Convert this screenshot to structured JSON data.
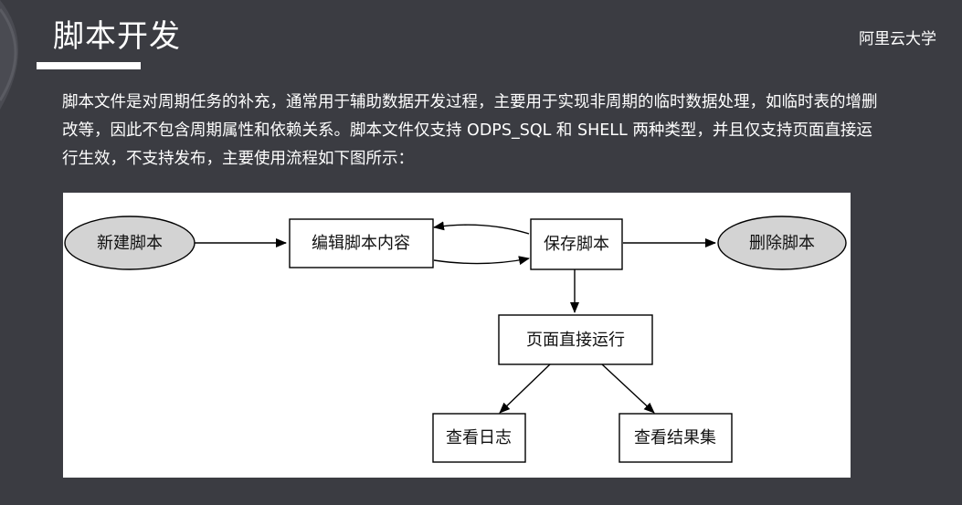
{
  "header": {
    "title": "脚本开发",
    "brand": "阿里云大学"
  },
  "description": "脚本文件是对周期任务的补充，通常用于辅助数据开发过程，主要用于实现非周期的临时数据处理，如临时表的增删改等，因此不包含周期属性和依赖关系。脚本文件仅支持 ODPS_SQL 和 SHELL 两种类型，并且仅支持页面直接运行生效，不支持发布，主要使用流程如下图所示：",
  "diagram": {
    "nodes": {
      "new_script": "新建脚本",
      "edit_content": "编辑脚本内容",
      "save_script": "保存脚本",
      "delete_script": "删除脚本",
      "run_in_page": "页面直接运行",
      "view_log": "查看日志",
      "view_results": "查看结果集"
    },
    "colors": {
      "ellipse_fill": "#d3d3d3",
      "stroke": "#000000"
    }
  }
}
